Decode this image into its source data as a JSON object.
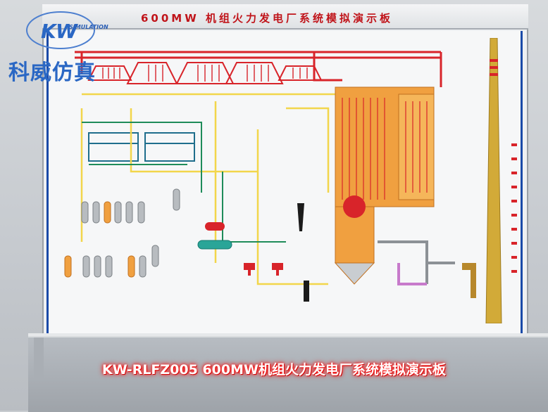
{
  "board": {
    "title": "600MW 机组火力发电厂系统模拟演示板"
  },
  "logo": {
    "mark": "KW",
    "subtitle": "SIMULATION",
    "company_cn": "科威仿真"
  },
  "caption": {
    "text": "KW-RLFZ005 600MW机组火力发电厂系统模拟演示板"
  },
  "colors": {
    "pipe_red": "#d8242a",
    "pipe_yellow": "#f2d64b",
    "pipe_green": "#1f8c5a",
    "boiler_orange": "#f0a040",
    "chimney_gold": "#d2aa38",
    "frame_blue": "#1a4aa8",
    "caption_glow": "#ff1010"
  }
}
